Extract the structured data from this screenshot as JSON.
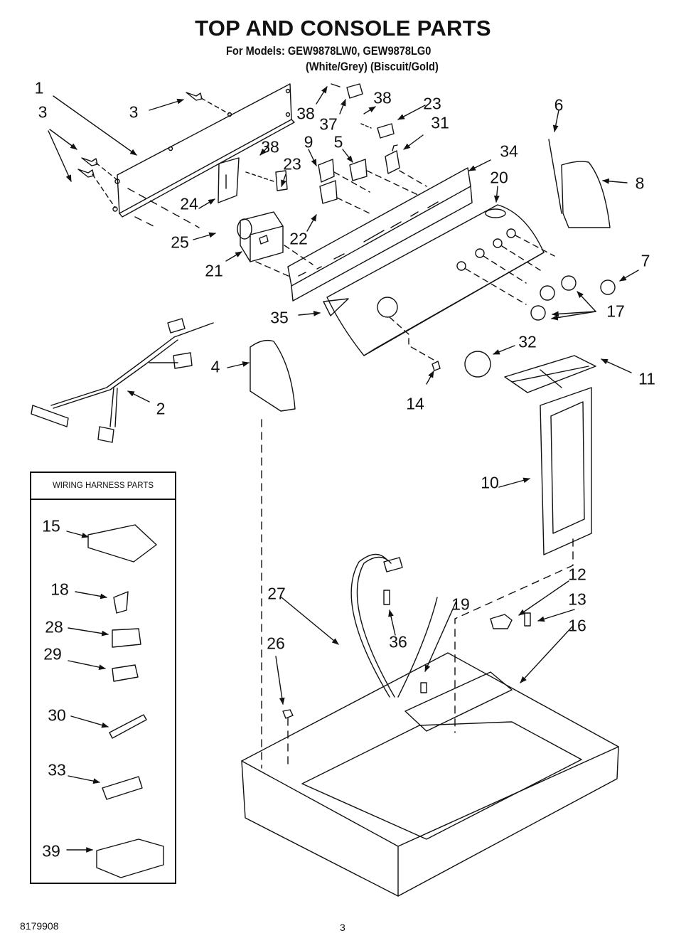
{
  "header": {
    "title": "TOP AND CONSOLE PARTS",
    "models_line": "For Models: GEW9878LW0, GEW9878LG0",
    "colors_line": "(White/Grey)  (Biscuit/Gold)"
  },
  "main_callouts": {
    "c1": "1",
    "c3a": "3",
    "c3b": "3",
    "c38a": "38",
    "c37": "37",
    "c38b": "38",
    "c23a": "23",
    "c31": "31",
    "c6": "6",
    "c9": "9",
    "c5": "5",
    "c38c": "38",
    "c23b": "23",
    "c34": "34",
    "c20": "20",
    "c8": "8",
    "c24": "24",
    "c22": "22",
    "c25": "25",
    "c21": "21",
    "c7": "7",
    "c17": "17",
    "c35": "35",
    "c32": "32",
    "c4": "4",
    "c2": "2",
    "c14": "14",
    "c11": "11",
    "c10": "10",
    "c12": "12",
    "c27": "27",
    "c13": "13",
    "c19": "19",
    "c16": "16",
    "c26": "26",
    "c36": "36"
  },
  "wiring_harness_box": {
    "title": "WIRING HARNESS PARTS",
    "items": [
      "15",
      "18",
      "28",
      "29",
      "30",
      "33",
      "39"
    ]
  },
  "footer": {
    "doc_number": "8179908",
    "page_number": "3"
  }
}
